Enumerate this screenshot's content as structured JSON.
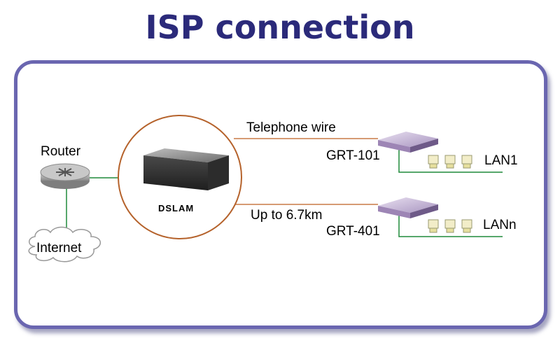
{
  "title": "ISP connection",
  "labels": {
    "router": "Router",
    "internet": "Internet",
    "dslam": "DSLAM",
    "telephone_wire": "Telephone wire",
    "distance": "Up to 6.7km",
    "modem1": "GRT-101",
    "modem2": "GRT-401",
    "lan1": "LAN1",
    "lann": "LANn"
  },
  "colors": {
    "title": "#2b2a7a",
    "panel_border": "#6a66b0",
    "circle": "#b5622b",
    "phone_line": "#c97a45",
    "network_line": "#1f8a3a"
  },
  "icons": [
    "router-icon",
    "internet-cloud-icon",
    "dslam-icon",
    "modem-icon",
    "pc-icon"
  ]
}
